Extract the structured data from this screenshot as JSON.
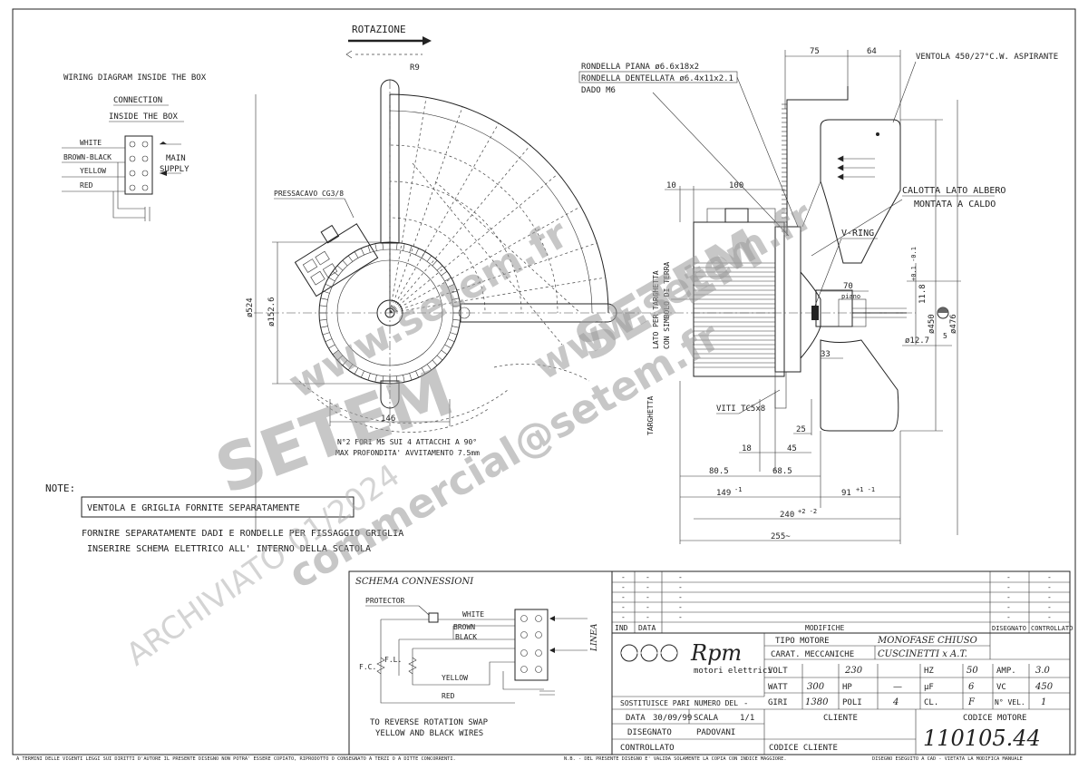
{
  "top": {
    "rotation": "ROTAZIONE",
    "radius": "R9"
  },
  "wiring": {
    "title": "WIRING DIAGRAM INSIDE THE BOX",
    "connection_line1": "CONNECTION",
    "connection_line2": "INSIDE THE BOX",
    "wires": [
      "WHITE",
      "BROWN-BLACK",
      "YELLOW",
      "RED"
    ],
    "supply_line1": "MAIN",
    "supply_line2": "SUPPLY"
  },
  "front_view": {
    "pressacavo": "PRESSACAVO CG3/8",
    "dia_524": "ø524",
    "dia_152": "ø152.6",
    "dim_146": "146",
    "holes_line1": "N°2 FORI M5 SUI 4 ATTACCHI A 90°",
    "holes_line2": "MAX PROFONDITA' AVVITAMENTO 7.5mm"
  },
  "side_view": {
    "rondella_piana": "RONDELLA PIANA ø6.6x18x2",
    "rondella_dentellata": "RONDELLA DENTELLATA ø6.4x11x2.1",
    "dado": "DADO M6",
    "ventola": "VENTOLA 450/27°C.W. ASPIRANTE",
    "calotta_line1": "CALOTTA LATO ALBERO",
    "calotta_line2": "MONTATA A CALDO",
    "vring": "V-RING",
    "lato_line1": "LATO PER TARGHETTA",
    "lato_line2": "CON SIMBOLO DI TERRA",
    "targhetta": "TARGHETTA",
    "viti": "VITI TC5x8",
    "piano": "piano",
    "dims": {
      "d75": "75",
      "d64": "64",
      "d10": "10",
      "d100": "100",
      "d70": "70",
      "d33": "33",
      "d25": "25",
      "d18": "18",
      "d45": "45",
      "d80_5": "80.5",
      "d68_5": "68.5",
      "d149": "149",
      "d149_tol": "-1",
      "d91": "91",
      "d91_tol": "+1 -1",
      "d240": "240",
      "d240_tol": "+2 -2",
      "d255": "255~",
      "d450": "ø450",
      "d476": "ø476",
      "d11_8": "11.8",
      "d11_8_tol": "+0.1 -0.1",
      "d12_7": "ø12.7",
      "d5": "5"
    }
  },
  "notes": {
    "label": "NOTE:",
    "boxed": "VENTOLA E GRIGLIA FORNITE SEPARATAMENTE",
    "line1": "FORNIRE SEPARATAMENTE DADI E RONDELLE PER FISSAGGIO GRIGLIA",
    "line2": "INSERIRE SCHEMA ELETTRICO ALL' INTERNO DELLA SCATOLA"
  },
  "schema": {
    "title": "SCHEMA CONNESSIONI",
    "protector": "PROTECTOR",
    "white": "WHITE",
    "brown": "BROWN",
    "black": "BLACK",
    "yellow": "YELLOW",
    "red": "RED",
    "fc": "F.C.",
    "fl": "F.L.",
    "linea": "LINEA",
    "reverse_line1": "TO REVERSE ROTATION SWAP",
    "reverse_line2": "YELLOW AND BLACK WIRES"
  },
  "revisions": {
    "dash": "-",
    "ind": "IND",
    "data": "DATA",
    "modifiche": "MODIFICHE",
    "disegnato": "DISEGNATO",
    "controllato": "CONTROLLATO"
  },
  "title_block": {
    "brand": "Rpm",
    "brand_sub": "motori elettrici",
    "tipo_label": "TIPO MOTORE",
    "tipo_value": "MONOFASE CHIUSO",
    "carat_label": "CARAT. MECCANICHE",
    "carat_value": "CUSCINETTI x A.T.",
    "volt_label": "VOLT",
    "volt_value": "230",
    "hz_label": "HZ",
    "hz_value": "50",
    "amp_label": "AMP.",
    "amp_value": "3.0",
    "watt_label": "WATT",
    "watt_value": "300",
    "hp_label": "HP",
    "hp_value": "—",
    "uf_label": "µF",
    "uf_value": "6",
    "vc_label": "VC",
    "vc_value": "450",
    "giri_label": "GIRI",
    "giri_value": "1380",
    "poli_label": "POLI",
    "poli_value": "4",
    "cl_label": "CL.",
    "cl_value": "F",
    "nvel_label": "N° VEL.",
    "nvel_value": "1",
    "sostituisce": "SOSTITUISCE PARI NUMERO DEL",
    "sostituisce_value": "-",
    "data_label": "DATA",
    "data_value": "30/09/99",
    "scala_label": "SCALA",
    "scala_value": "1/1",
    "disegnato_label": "DISEGNATO",
    "disegnato_value": "PADOVANI",
    "controllato_label": "CONTROLLATO",
    "cliente_label": "CLIENTE",
    "codice_cliente_label": "CODICE CLIENTE",
    "codice_motore_label": "CODICE MOTORE",
    "codice_motore_value": "110105.44"
  },
  "footer": {
    "left": "A TERMINI DELLE VIGENTI LEGGI SUI DIRITTI D'AUTORE IL PRESENTE DISEGNO NON POTRA' ESSERE COPIATO, RIPRODOTTO O CONSEGNATO A TERZI O A DITTE CONCORRENTI.",
    "mid": "N.B. - DEL PRESENTE DISEGNO E' VALIDA SOLAMENTE LA COPIA CON INDICE MAGGIORE.",
    "right": "DISEGNO ESEGUITO A CAD - VIETATA LA MODIFICA MANUALE"
  },
  "watermarks": {
    "web": "www.setem.fr",
    "brand": "SETEM",
    "email": "commercial@setem.fr",
    "archive": "ARCHIVIATO 01/2024"
  }
}
